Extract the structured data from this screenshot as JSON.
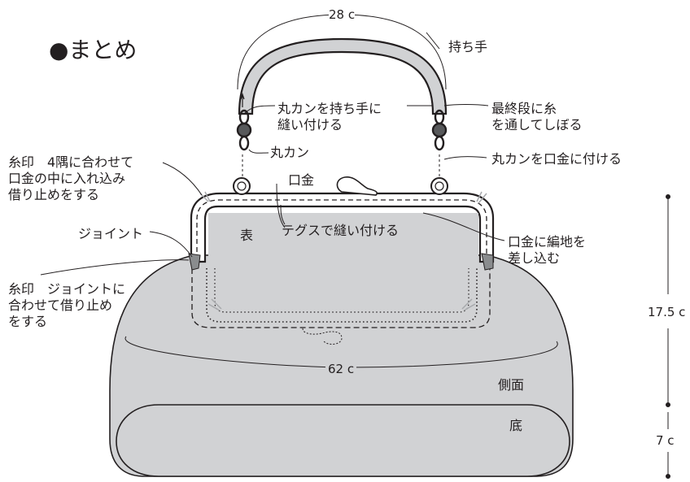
{
  "title": "●まとめ",
  "measurements": {
    "handle_length": "28 c",
    "circumference": "62 c",
    "body_height": "17.5 c",
    "bottom_depth": "7 c"
  },
  "labels": {
    "handle": "持ち手",
    "ring_sew": "丸カンを持ち手に\n縫い付ける",
    "final_round": "最終段に糸\nを通してしぼる",
    "ring": "丸カン",
    "ring_attach": "丸カンを口金に付ける",
    "thread_mark_corners": "糸印　4隅に合わせて\n口金の中に入れ込み\n借り止めをする",
    "frame": "口金",
    "front": "表",
    "sew_with_tegusu": "テグスで縫い付ける",
    "joint": "ジョイント",
    "insert_fabric": "口金に編地を\n差し込む",
    "thread_mark_joint": "糸印　ジョイントに\n合わせて借り止め\nをする",
    "side": "側面",
    "bottom": "底"
  }
}
